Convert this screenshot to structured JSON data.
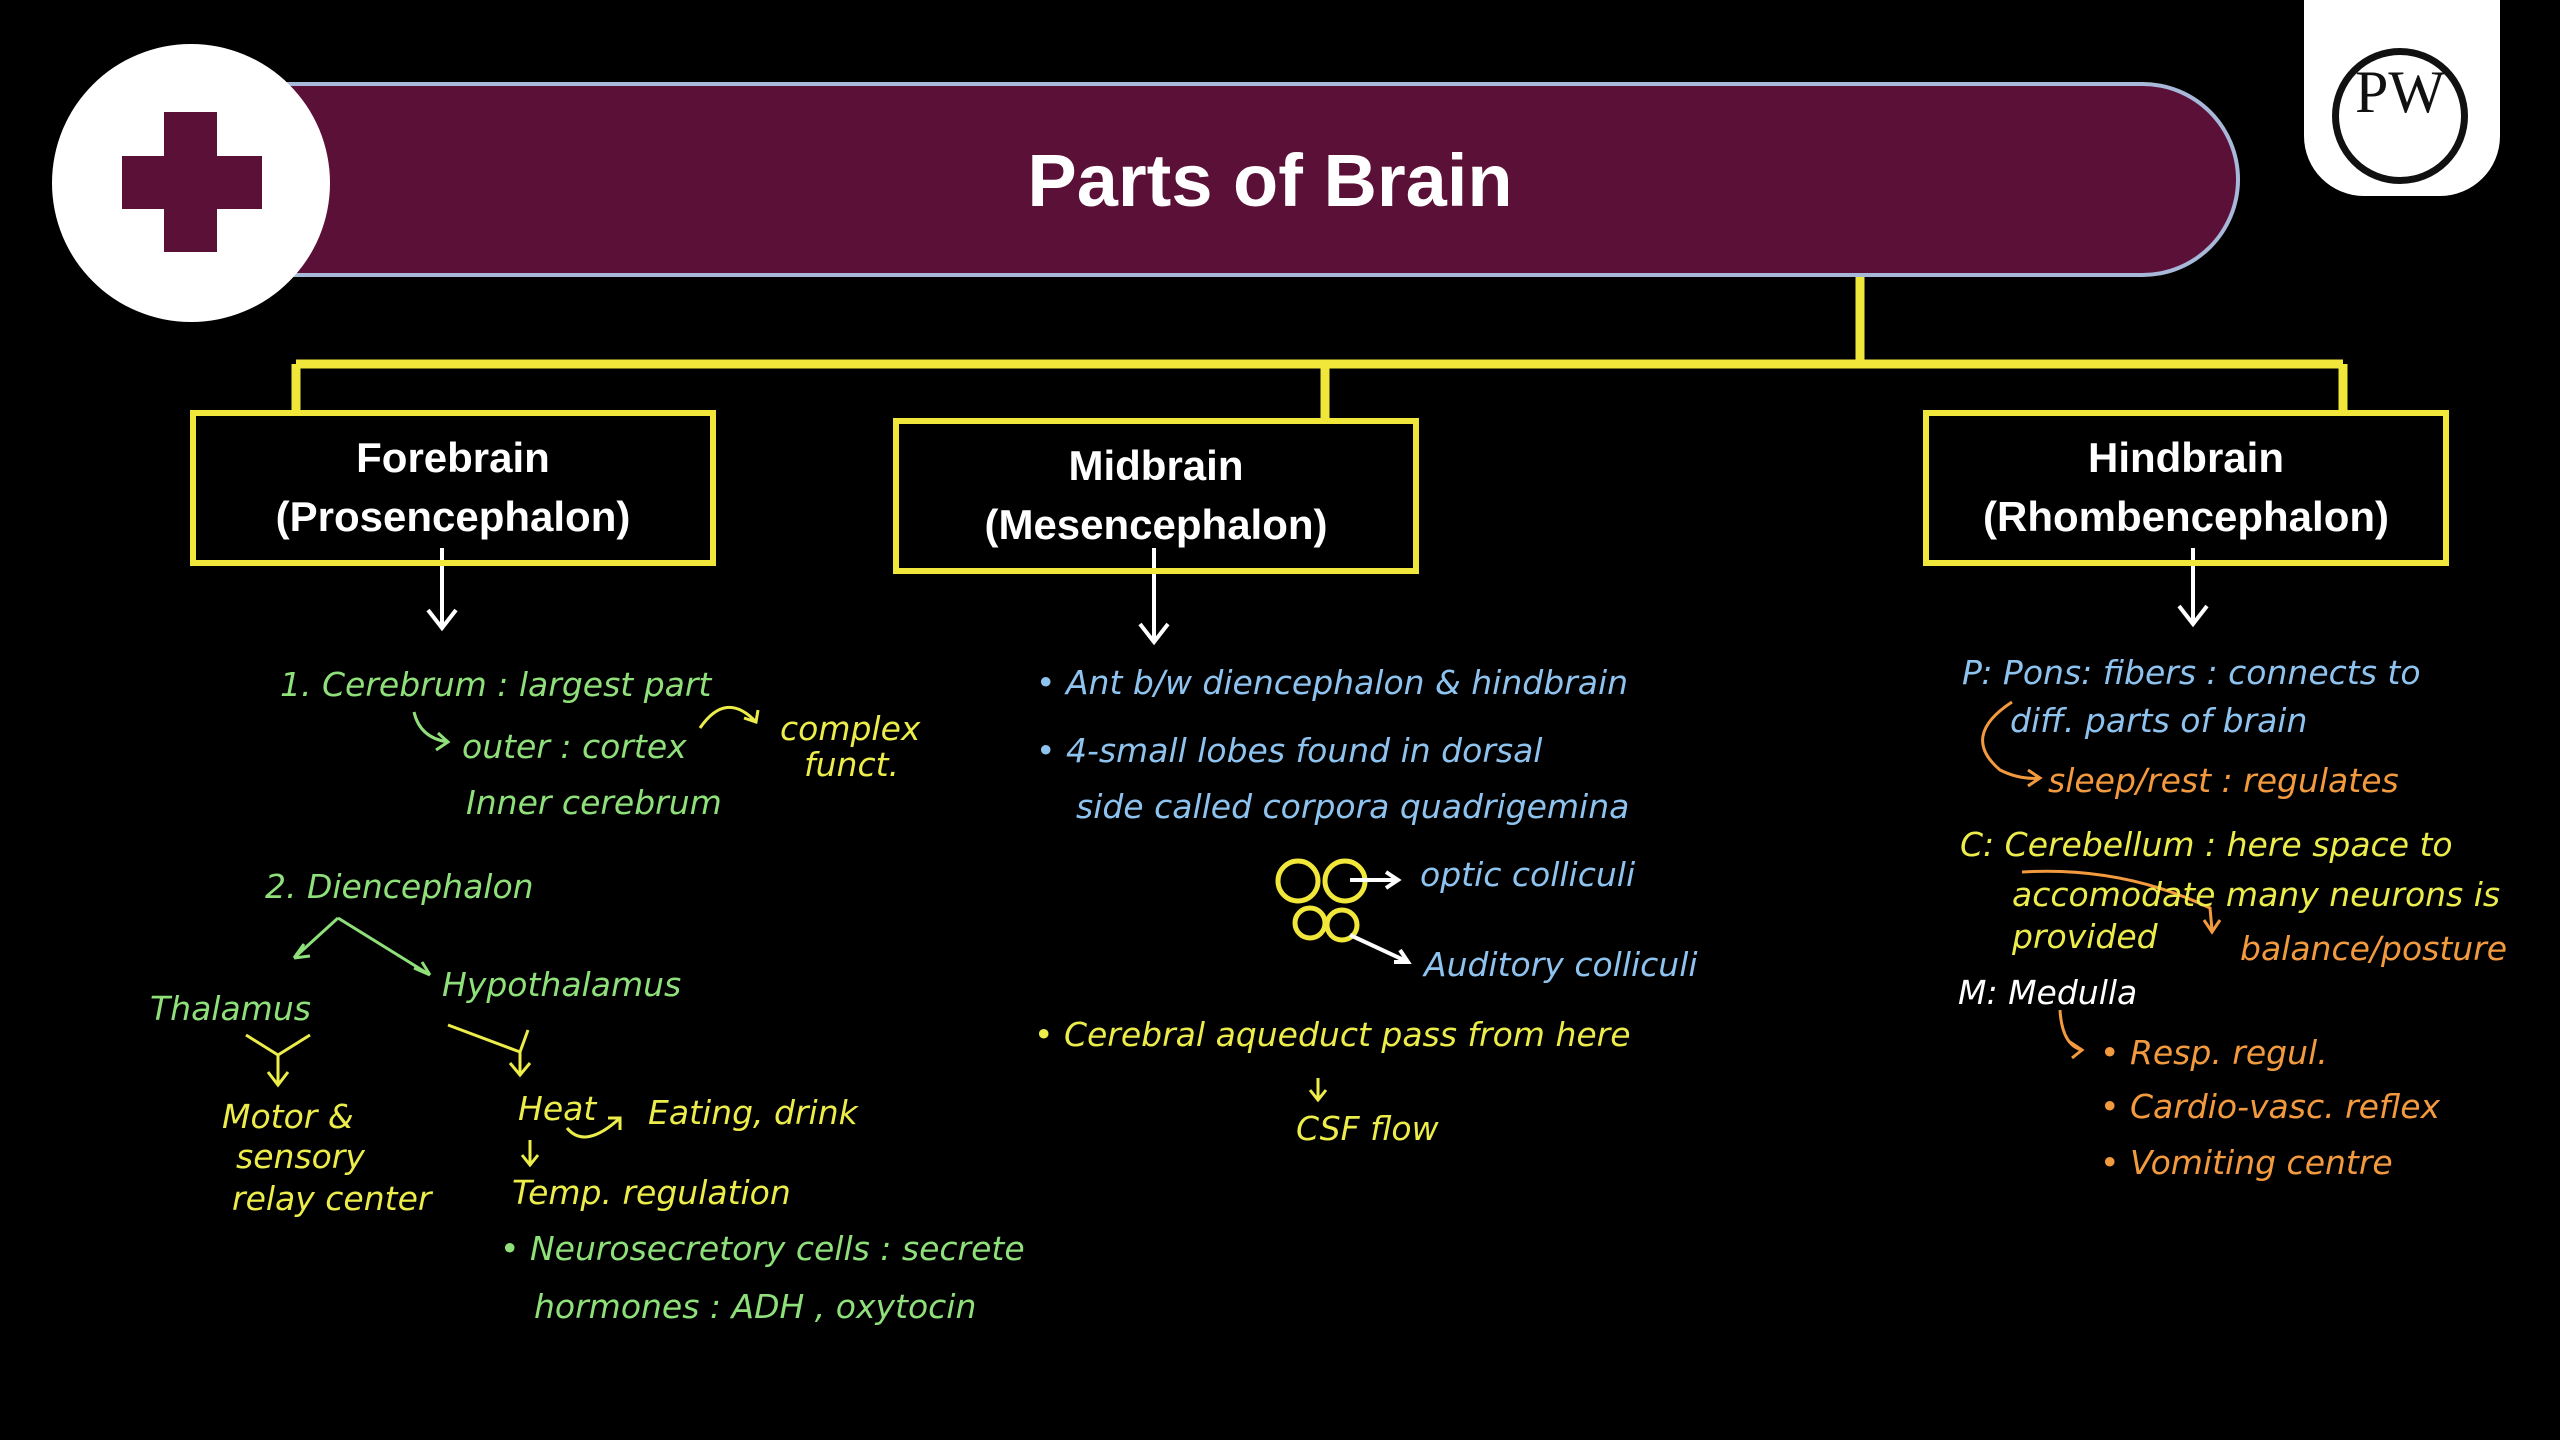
{
  "header": {
    "title": "Parts of Brain"
  },
  "branding": {
    "pw_logo_text": "PW"
  },
  "colors": {
    "banner": "#5b1038",
    "accent_yellow": "#f1e63a",
    "green": "#8fe07a",
    "blue": "#8fc3ef",
    "orange": "#f39a3f"
  },
  "boxes": {
    "forebrain": {
      "line1": "Forebrain",
      "line2": "(Prosencephalon)"
    },
    "midbrain": {
      "line1": "Midbrain",
      "line2": "(Mesencephalon)"
    },
    "hindbrain": {
      "line1": "Hindbrain",
      "line2": "(Rhombencephalon)"
    }
  },
  "forebrain_notes": {
    "cerebrum": "1. Cerebrum : largest part",
    "outer": "outer : cortex",
    "complex": "complex",
    "funct": "funct.",
    "inner": "Inner cerebrum",
    "diencephalon": "2. Diencephalon",
    "thalamus": "Thalamus",
    "hypothalamus": "Hypothalamus",
    "motor": "Motor &",
    "sensory": "sensory",
    "relay": "relay center",
    "heat": "Heat",
    "eating": "Eating, drink",
    "temp": "Temp. regulation",
    "neuro": "• Neurosecretory cells : secrete",
    "hormones": "hormones : ADH , oxytocin"
  },
  "midbrain_notes": {
    "b1": "• Ant b/w diencephalon & hindbrain",
    "b2a": "• 4-small lobes found in dorsal",
    "b2b": "side called corpora quadrigemina",
    "optic": "optic colliculi",
    "auditory": "Auditory colliculi",
    "aqueduct": "• Cerebral aqueduct pass from here",
    "csf": "CSF flow"
  },
  "hindbrain_notes": {
    "pons": "P: Pons: fibers : connects to",
    "diff": "diff. parts of brain",
    "sleep": "sleep/rest : regulates",
    "cereb": "C: Cerebellum : here space to",
    "accom": "accomodate many neurons is",
    "provided": "provided",
    "balance": "balance/posture",
    "medulla": "M: Medulla",
    "resp": "• Resp. regul.",
    "cardio": "• Cardio-vasc. reflex",
    "vomit": "• Vomiting centre"
  }
}
